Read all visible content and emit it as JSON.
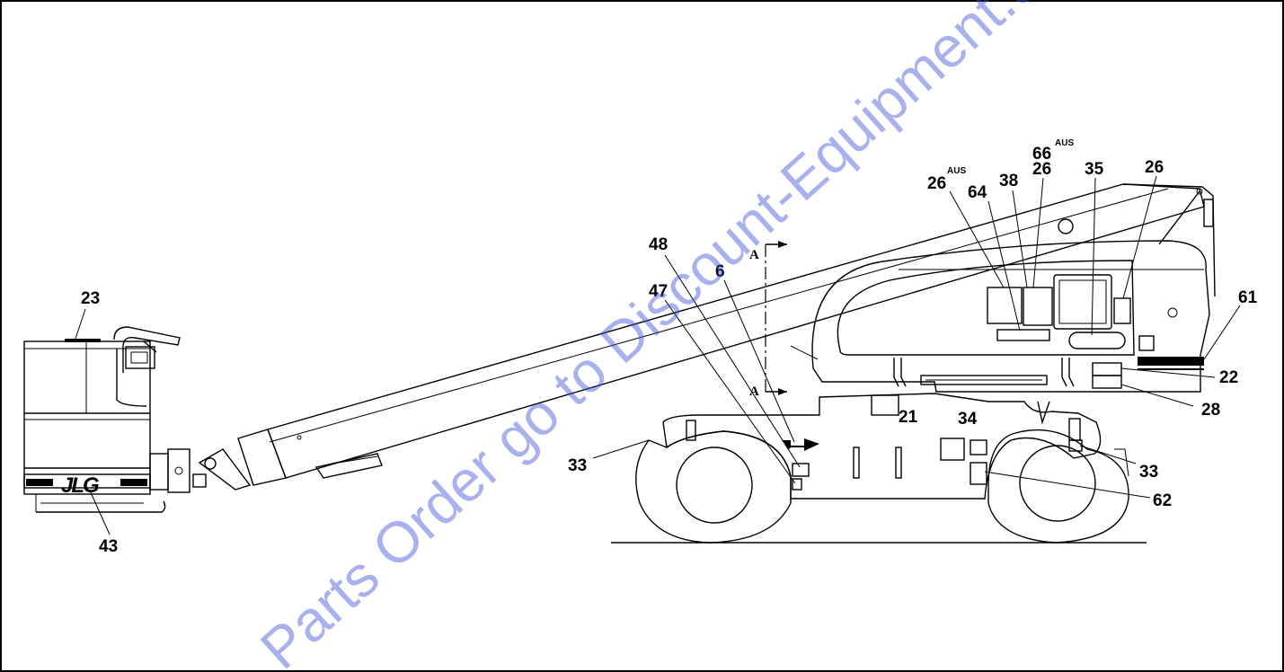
{
  "diagram": {
    "callouts": [
      {
        "id": "c23",
        "label": "23"
      },
      {
        "id": "c43",
        "label": "43"
      },
      {
        "id": "c48",
        "label": "48"
      },
      {
        "id": "c47",
        "label": "47"
      },
      {
        "id": "c6",
        "label": "6"
      },
      {
        "id": "c33a",
        "label": "33"
      },
      {
        "id": "c26aus",
        "label": "26",
        "sup": "AUS"
      },
      {
        "id": "c64",
        "label": "64"
      },
      {
        "id": "c38",
        "label": "38"
      },
      {
        "id": "c26b",
        "label": "26"
      },
      {
        "id": "c66aus",
        "label": "66",
        "sup": "AUS"
      },
      {
        "id": "c35",
        "label": "35"
      },
      {
        "id": "c26c",
        "label": "26"
      },
      {
        "id": "c61",
        "label": "61"
      },
      {
        "id": "c22",
        "label": "22"
      },
      {
        "id": "c28",
        "label": "28"
      },
      {
        "id": "c21",
        "label": "21"
      },
      {
        "id": "c34",
        "label": "34"
      },
      {
        "id": "c33b",
        "label": "33"
      },
      {
        "id": "c62",
        "label": "62"
      }
    ],
    "section_markers": [
      {
        "id": "secTop",
        "label": "A"
      },
      {
        "id": "secBottom",
        "label": "A"
      }
    ],
    "brand_logo_text": "JLG",
    "watermark": "Parts Order go to Discount-Equipment.com"
  },
  "colors": {
    "line": "#000000",
    "watermark": "#3f52d6",
    "background": "#ffffff"
  }
}
